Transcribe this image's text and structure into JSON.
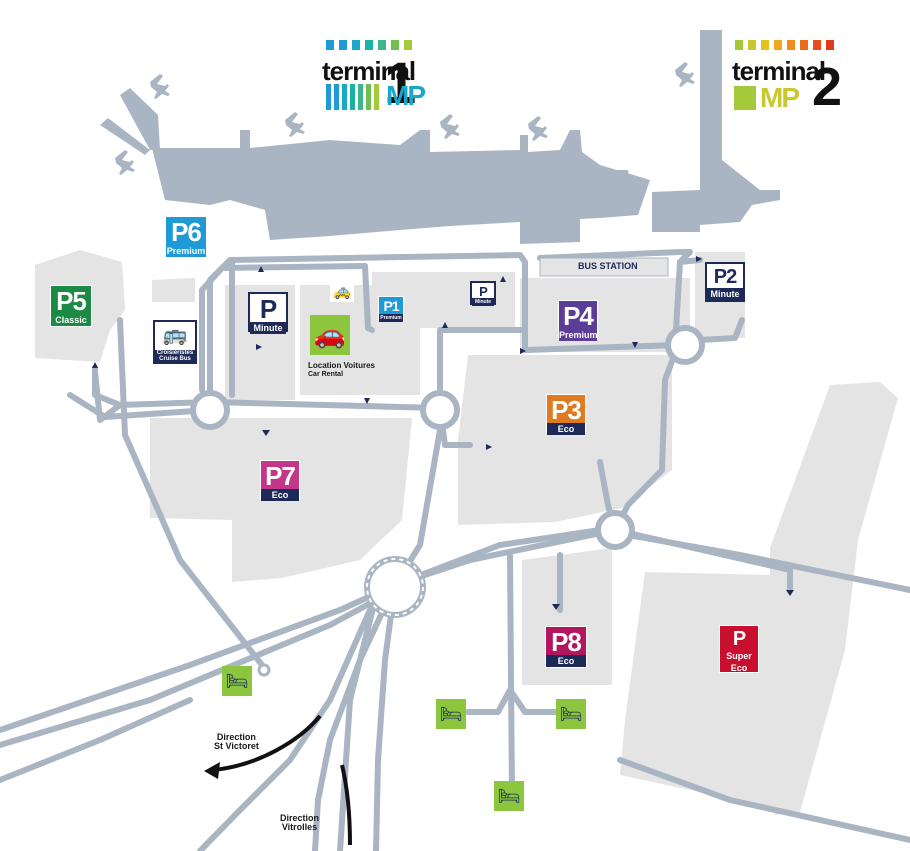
{
  "terminal1": {
    "word": "terminal",
    "number": "1",
    "sub": "MP"
  },
  "terminal2": {
    "word": "terminal",
    "number": "2",
    "sub": "MP"
  },
  "bus_station": "BUS STATION",
  "parkings": {
    "p6": {
      "code": "P6",
      "name": "Premium",
      "color": "#1e9bd7"
    },
    "p5": {
      "code": "P5",
      "name": "Classic",
      "color": "#1a8a44"
    },
    "p_minute_1": {
      "code": "P",
      "name": "Minute",
      "color": "#1d2a57"
    },
    "p1": {
      "code": "P1",
      "name": "Premium",
      "color": "#1e9bd7"
    },
    "p_minute_2": {
      "code": "P",
      "name": "Minute",
      "color": "#1d2a57"
    },
    "p2": {
      "code": "P2",
      "name": "Minute",
      "color": "#1d2a57"
    },
    "p4": {
      "code": "P4",
      "name": "Premium",
      "color": "#5b3c97"
    },
    "p3": {
      "code": "P3",
      "name": "Eco",
      "color": "#e07a1f"
    },
    "p7": {
      "code": "P7",
      "name": "Eco",
      "color": "#c2378a"
    },
    "p8": {
      "code": "P8",
      "name": "Eco",
      "color": "#b3155f"
    },
    "p_super": {
      "code": "P",
      "name1": "Super",
      "name2": "Eco",
      "color": "#c8102e"
    }
  },
  "cruise_bus": {
    "line1": "Croisiéristes",
    "line2": "Cruise Bus"
  },
  "car_rental": {
    "line1": "Location Voitures",
    "line2": "Car Rental"
  },
  "taxi": "TAXI",
  "directions": {
    "st_victoret": [
      "Direction",
      "St Victoret"
    ],
    "vitrolles": [
      "Direction",
      "Vitrolles"
    ]
  },
  "colors": {
    "building": "#a9b5c3",
    "road": "#a9b5c3",
    "lot": "#e4e4e4",
    "hotel": "#8cc63f",
    "navy": "#1d2a57"
  },
  "icons": [
    "plane-icon",
    "taxi-icon",
    "car-rental-icon",
    "bus-icon",
    "hotel-icon",
    "direction-arrow-icon"
  ]
}
